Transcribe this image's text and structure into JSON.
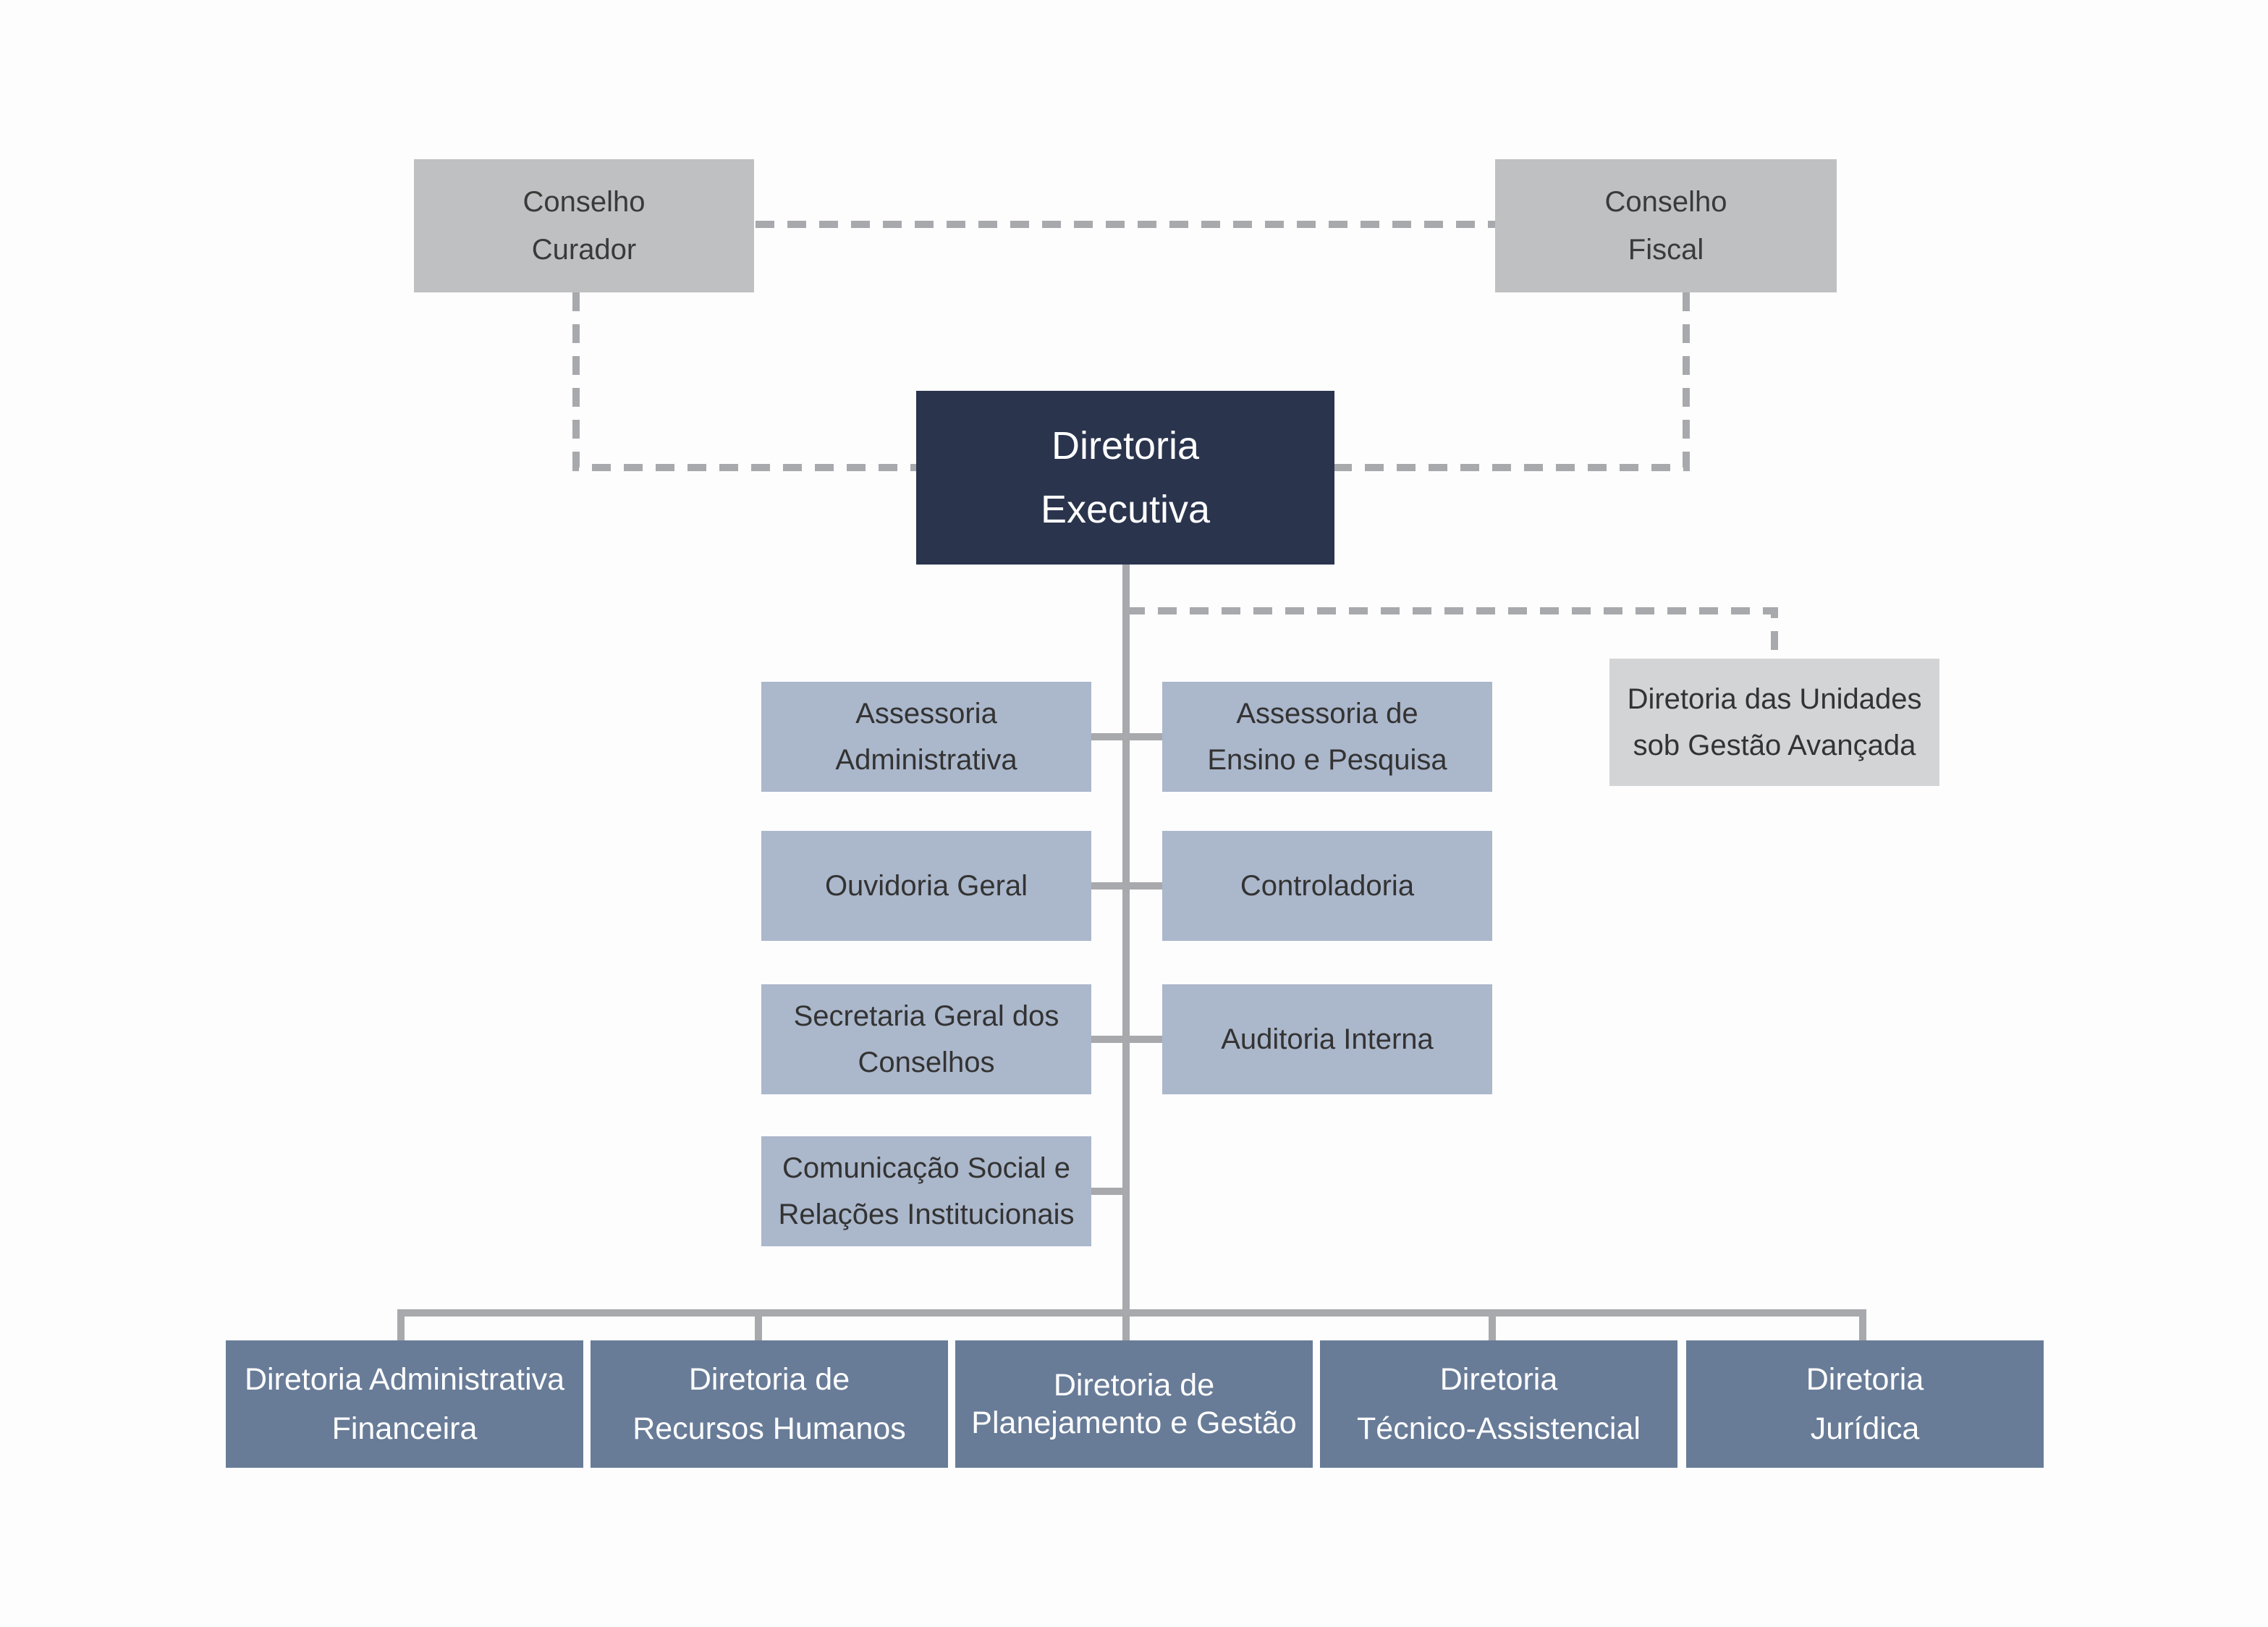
{
  "colors": {
    "connector": "#a8a9ad",
    "council": "#bfc0c2",
    "executive": "#2a344d",
    "advisory": "#abb7cb",
    "advanced_units": "#d3d4d6",
    "directorates": "#687c98"
  },
  "councils": {
    "curador": [
      "Conselho",
      "Curador"
    ],
    "fiscal": [
      "Conselho",
      "Fiscal"
    ]
  },
  "executive": [
    "Diretoria",
    "Executiva"
  ],
  "advisory_left": [
    [
      "Assessoria",
      "Administrativa"
    ],
    [
      "Ouvidoria Geral"
    ],
    [
      "Secretaria Geral dos",
      "Conselhos"
    ],
    [
      "Comunicação Social e",
      "Relações Institucionais"
    ]
  ],
  "advisory_right": [
    [
      "Assessoria de",
      "Ensino e Pesquisa"
    ],
    [
      "Controladoria"
    ],
    [
      "Auditoria Interna"
    ]
  ],
  "advanced_units": [
    "Diretoria das Unidades",
    "sob Gestão Avançada"
  ],
  "directorates": [
    [
      "Diretoria Administrativa",
      "Financeira"
    ],
    [
      "Diretoria de",
      "Recursos Humanos"
    ],
    [
      "Diretoria de",
      "Planejamento e Gestão"
    ],
    [
      "Diretoria",
      "Técnico-Assistencial"
    ],
    [
      "Diretoria",
      "Jurídica"
    ]
  ]
}
